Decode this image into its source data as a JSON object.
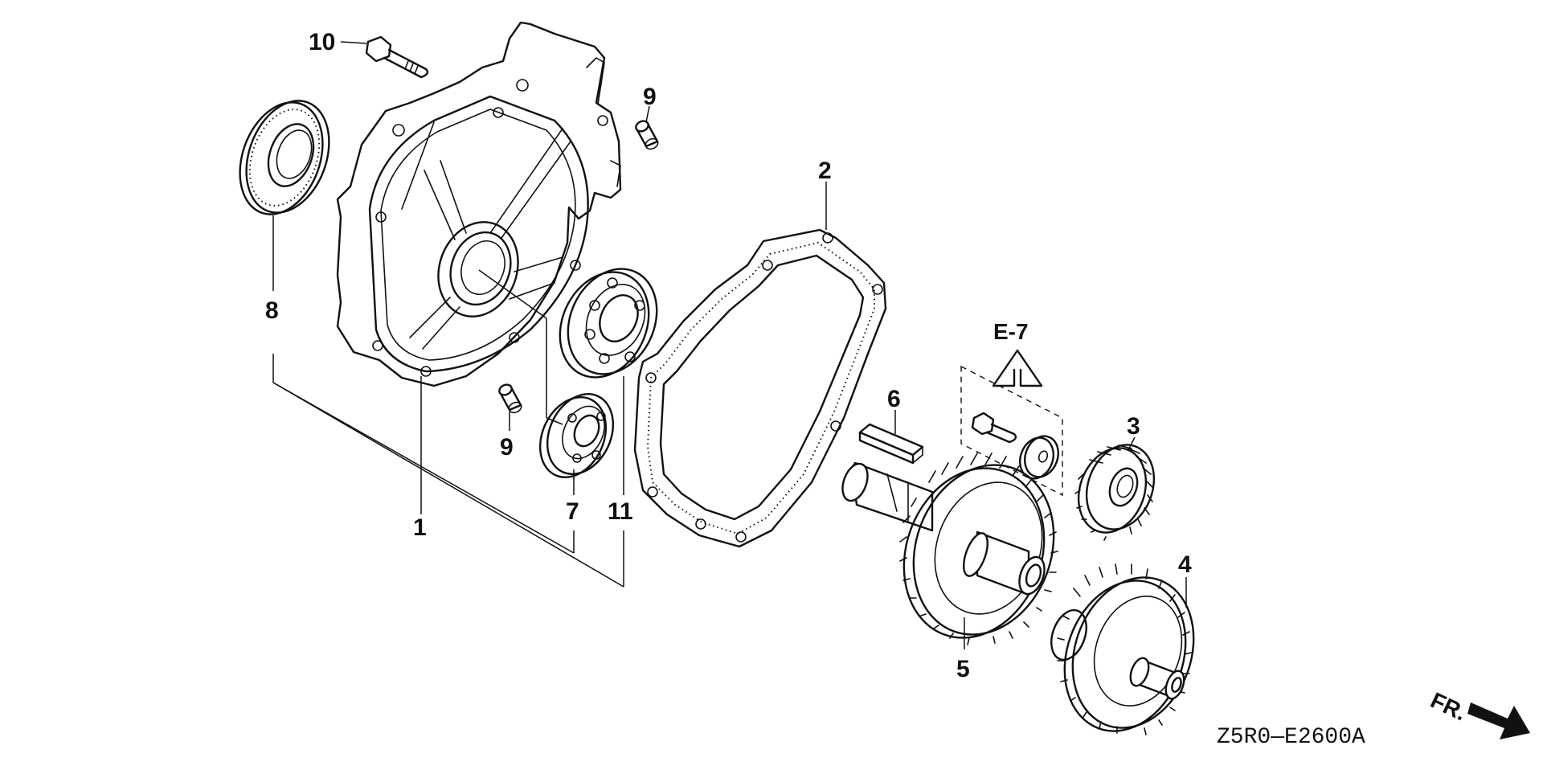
{
  "callouts": {
    "c1": "1",
    "c2": "2",
    "c3": "3",
    "c4": "4",
    "c5": "5",
    "c6": "6",
    "c7": "7",
    "c8": "8",
    "c9a": "9",
    "c9b": "9",
    "c10": "10",
    "c11": "11"
  },
  "reference": "E-7",
  "front_label": "FR.",
  "diagram_code": "Z5R0—E2600A"
}
